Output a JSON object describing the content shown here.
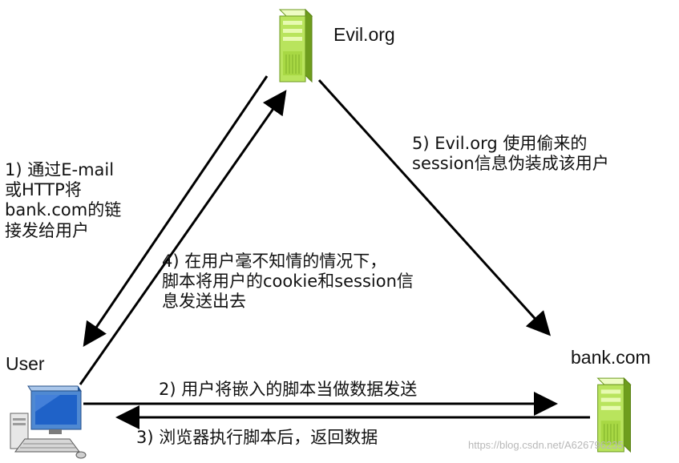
{
  "nodes": {
    "evil": {
      "label": "Evil.org"
    },
    "bank": {
      "label": "bank.com"
    },
    "user": {
      "label": "User"
    }
  },
  "steps": {
    "step1": {
      "lines": [
        "1) 通过E-mail",
        "或HTTP将",
        "bank.com的链",
        "接发给用户"
      ]
    },
    "step2": {
      "lines": [
        "2) 用户将嵌入的脚本当做数据发送"
      ]
    },
    "step3": {
      "lines": [
        "3) 浏览器执行脚本后，返回数据"
      ]
    },
    "step4": {
      "lines": [
        "4) 在用户毫不知情的情况下，",
        "脚本将用户的cookie和session信",
        "息发送出去"
      ]
    },
    "step5": {
      "lines": [
        "5) Evil.org 使用偷来的",
        "session信息伪装成该用户"
      ]
    }
  },
  "watermark": "https://blog.csdn.net/A626796235",
  "colors": {
    "server_light": "#d8f59a",
    "server_mid": "#9ccf3c",
    "server_dark": "#5f8f17",
    "monitor_blue": "#2f6fb8",
    "monitor_screen": "#1f62c8"
  }
}
